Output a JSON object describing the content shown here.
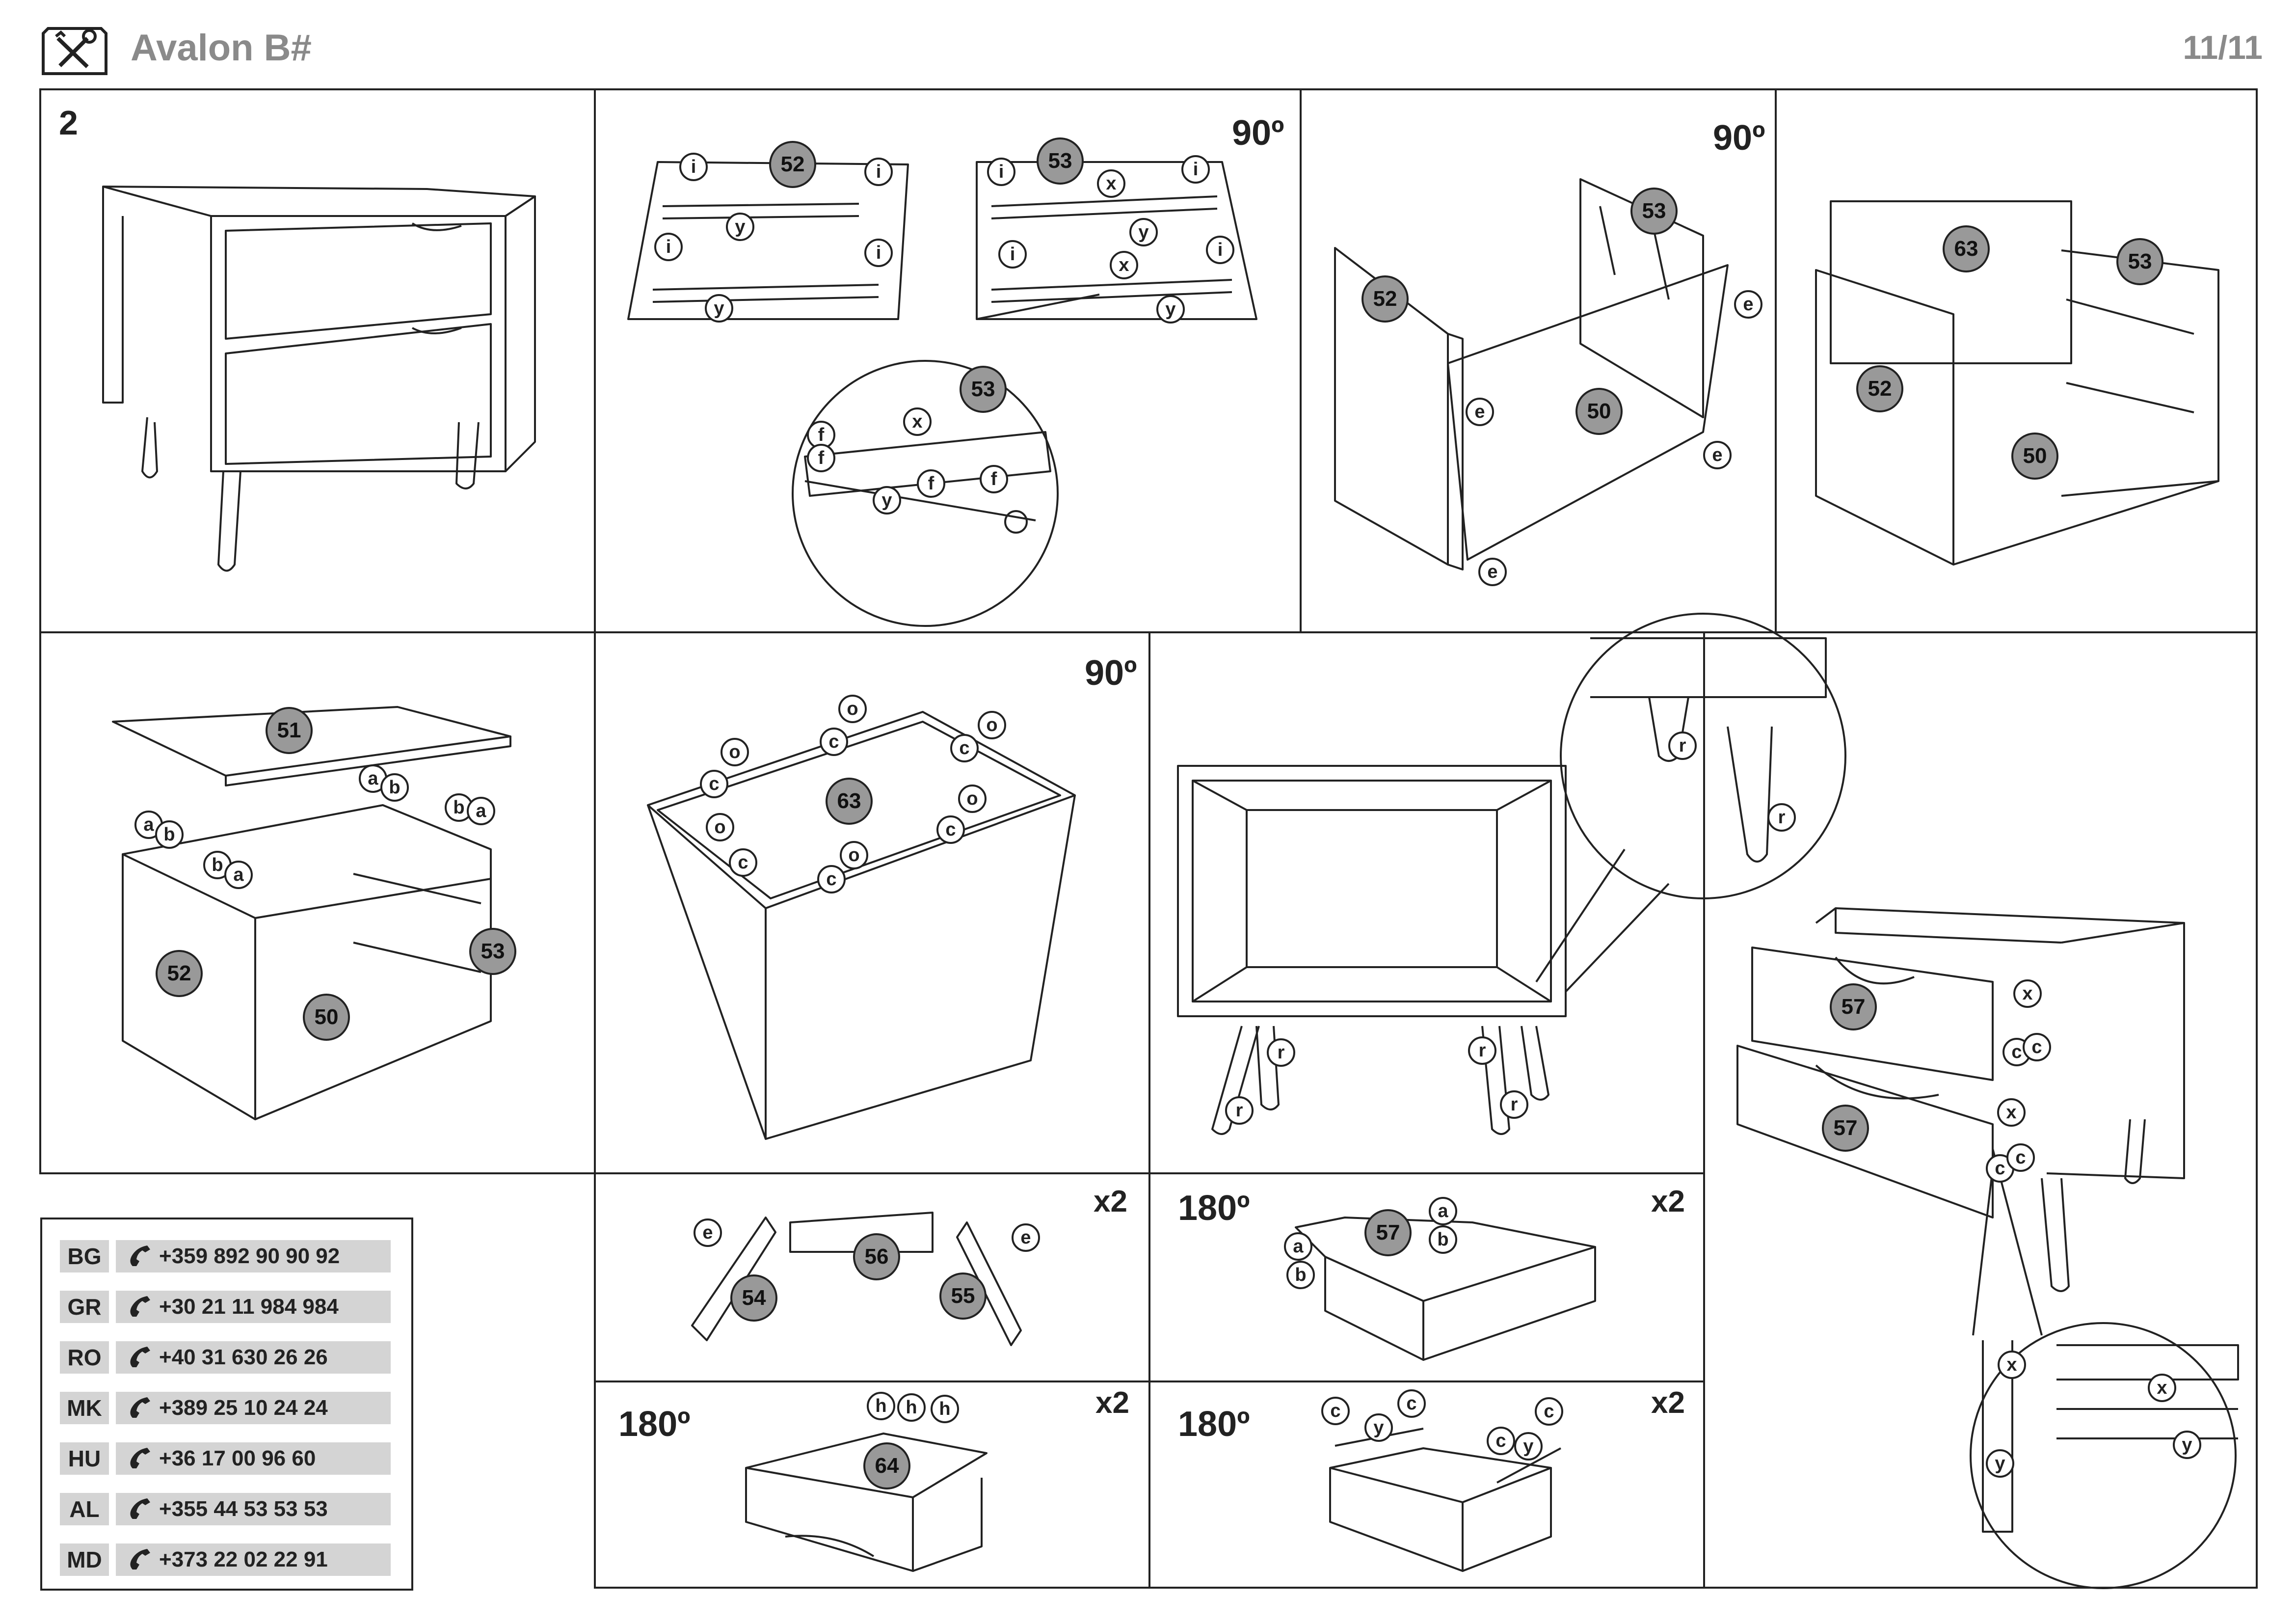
{
  "header": {
    "title": "Avalon B#",
    "page": "11/11"
  },
  "step": "2",
  "rotations": {
    "r1": "90º",
    "r2": "90º",
    "r3": "90º",
    "r4": "180º",
    "r5": "180º",
    "r6": "180º"
  },
  "multipliers": {
    "m1": "x2",
    "m2": "x2",
    "m3": "x2",
    "m4": "x2"
  },
  "parts": {
    "p52a": "52",
    "p53a": "53",
    "p53b": "53",
    "p53c": "53",
    "p52b": "52",
    "p50a": "50",
    "p63a": "63",
    "p53d": "53",
    "p52c": "52",
    "p50b": "50",
    "p51": "51",
    "p52d": "52",
    "p53e": "53",
    "p50c": "50",
    "p63b": "63",
    "p57a": "57",
    "p57b": "57",
    "p56": "56",
    "p54": "54",
    "p55": "55",
    "p57c": "57",
    "p64": "64"
  },
  "letters": {
    "i1": "i",
    "i2": "i",
    "i3": "i",
    "i4": "i",
    "i5": "i",
    "i6": "i",
    "i7": "i",
    "i8": "i",
    "y1": "y",
    "y2": "y",
    "y3": "y",
    "y4": "y",
    "x1": "x",
    "x2": "x",
    "x3": "x",
    "f1": "f",
    "f2": "f",
    "f3": "f",
    "f4": "f",
    "y5": "y",
    "e1": "e",
    "e2": "e",
    "e3": "e",
    "e4": "e",
    "a1": "a",
    "b1": "b",
    "a2": "a",
    "b2": "b",
    "a3": "a",
    "b3": "b",
    "a4": "a",
    "b4": "b",
    "o1": "o",
    "c1": "c",
    "o2": "o",
    "c2": "c",
    "o3": "o",
    "c3": "c",
    "o4": "o",
    "c4": "c",
    "o5": "o",
    "c5": "c",
    "o6": "o",
    "c6": "c",
    "r1": "r",
    "r2": "r",
    "r3": "r",
    "r4": "r",
    "r5": "r",
    "r6": "r",
    "x4": "x",
    "c7": "c",
    "c8": "c",
    "x5": "x",
    "c9": "c",
    "c10": "c",
    "x6": "x",
    "x7": "x",
    "y6": "y",
    "y7": "y",
    "e5": "e",
    "e6": "e",
    "a5": "a",
    "b5": "b",
    "a6": "a",
    "b6": "b",
    "h1": "h",
    "h2": "h",
    "h3": "h",
    "c11": "c",
    "y8": "y",
    "c12": "c",
    "c13": "c",
    "y9": "y",
    "c14": "c"
  },
  "contacts": [
    {
      "code": "BG",
      "phone": "+359 892 90 90 92"
    },
    {
      "code": "GR",
      "phone": "+30 21 11 984 984"
    },
    {
      "code": "RO",
      "phone": "+40 31 630 26 26"
    },
    {
      "code": "MK",
      "phone": "+389 25 10 24 24"
    },
    {
      "code": "HU",
      "phone": "+36 17 00 96 60"
    },
    {
      "code": "AL",
      "phone": "+355 44 53 53 53"
    },
    {
      "code": "MD",
      "phone": "+373 22 02 22 91"
    }
  ]
}
